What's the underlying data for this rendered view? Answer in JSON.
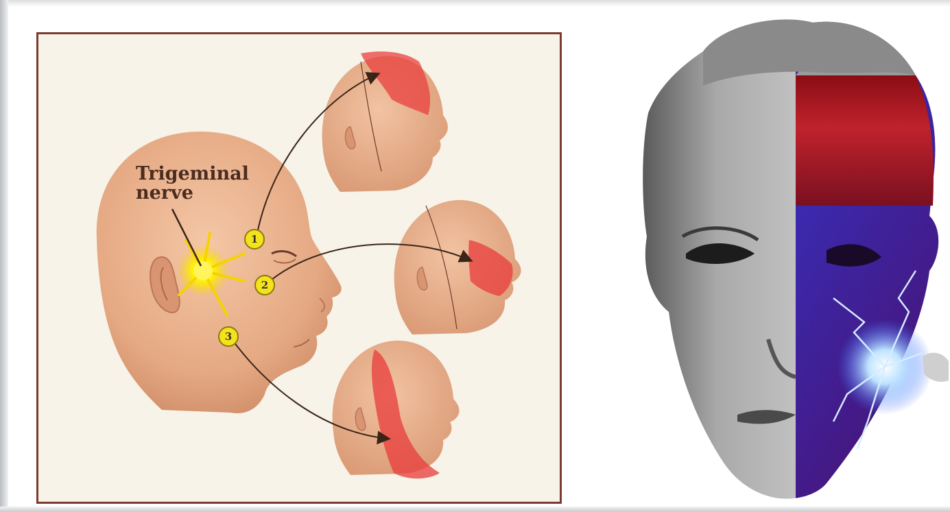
{
  "diagram": {
    "label_line1": "Trigeminal",
    "label_line2": "nerve",
    "branches": [
      {
        "marker": "1"
      },
      {
        "marker": "2"
      },
      {
        "marker": "3"
      }
    ]
  },
  "colors": {
    "frame": "#7a3b2e",
    "panel_bg": "#f7f3e8",
    "skin": "#eab38f",
    "pain_region": "#e8403f",
    "marker": "#f4e31a",
    "nerve_burst": "#fff200"
  }
}
